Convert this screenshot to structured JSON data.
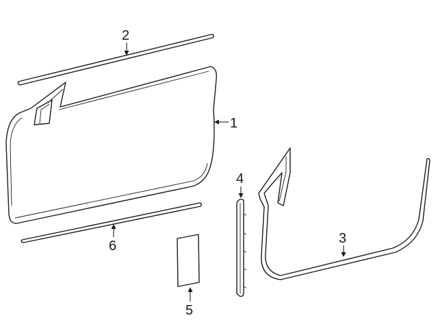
{
  "diagram": {
    "callouts": [
      {
        "id": "1",
        "label": "1",
        "part": "door-shell"
      },
      {
        "id": "2",
        "label": "2",
        "part": "belt-weatherstrip-upper"
      },
      {
        "id": "3",
        "label": "3",
        "part": "door-opening-weatherstrip"
      },
      {
        "id": "4",
        "label": "4",
        "part": "rear-edge-seal-strip"
      },
      {
        "id": "5",
        "label": "5",
        "part": "adhesive-pad"
      },
      {
        "id": "6",
        "label": "6",
        "part": "lower-door-molding"
      }
    ],
    "colors": {
      "line": "#1a1a1a",
      "background": "#ffffff"
    }
  }
}
